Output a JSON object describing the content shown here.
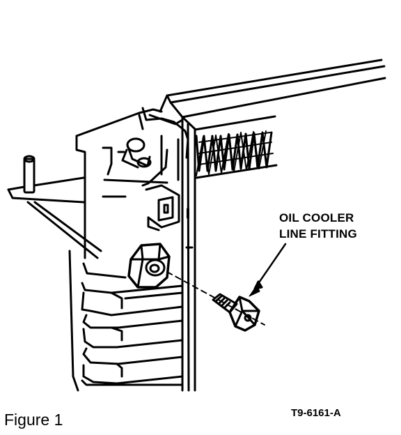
{
  "callout": {
    "line1": "OIL COOLER",
    "line2": "LINE FITTING"
  },
  "caption": "Figure 1",
  "code": "T9-6161-A",
  "colors": {
    "ink": "#000000",
    "paper": "#ffffff"
  }
}
